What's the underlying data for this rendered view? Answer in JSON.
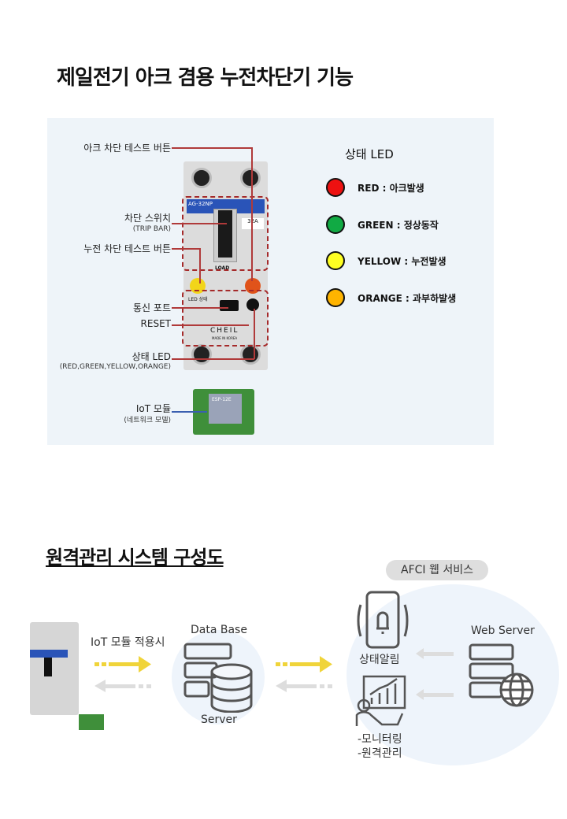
{
  "section1": {
    "title": "제일전기 아크 겸용 누전차단기 기능",
    "callouts": {
      "arc_test": "아크 차단 테스트 버튼",
      "trip_switch": "차단 스위치",
      "trip_switch_sub": "(TRIP BAR)",
      "leak_test": "누전 차단 테스트 버튼",
      "comm_port": "통신 포트",
      "reset": "RESET",
      "status_led": "상태 LED",
      "status_led_sub": "(RED,GREEN,YELLOW,ORANGE)",
      "iot": "IoT 모듈",
      "iot_sub": "(네트워크 모델)"
    },
    "breaker": {
      "model": "AG-32NP",
      "rating": "32A",
      "load": "LOAD",
      "led_label": "LED 상태",
      "brand": "CHEIL",
      "made_in": "MADE IN KOREA",
      "module_chip": "ESP-12E"
    },
    "led_legend": {
      "title": "상태 LED",
      "items": [
        {
          "name": "RED",
          "desc": "아크발생",
          "color": "#ee1111"
        },
        {
          "name": "GREEN",
          "desc": "정상동작",
          "color": "#11aa44"
        },
        {
          "name": "YELLOW",
          "desc": "누전발생",
          "color": "#ffff22"
        },
        {
          "name": "ORANGE",
          "desc": "과부하발생",
          "color": "#ffb400"
        }
      ]
    }
  },
  "section2": {
    "title": "원격관리 시스템 구성도",
    "service_pill": "AFCI 웹 서비스",
    "iot_label": "IoT 모듈 적용시",
    "db_label": "Data Base",
    "server_label": "Server",
    "alert_label": "상태알림",
    "monitor_label": "-모니터링",
    "remote_label": "-원격관리",
    "web_server_label": "Web Server",
    "arrow_color": "#f0d43a"
  }
}
